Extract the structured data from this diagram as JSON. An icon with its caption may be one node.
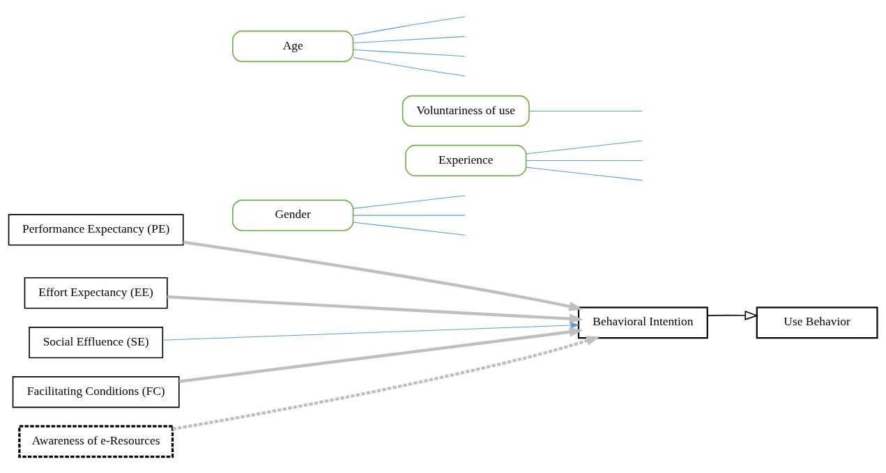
{
  "diagram": {
    "nodes": [
      {
        "text": [
          "Performance Expectancy (PE)"
        ]
      },
      {
        "text": [
          "Effort Expectancy (EE)"
        ]
      },
      {
        "text": [
          "Social Effluence (SE)"
        ]
      },
      {
        "text": [
          "Facilitating Conditions (FC)"
        ]
      },
      {
        "text": [
          "Awareness of e-Resources"
        ]
      },
      {
        "text": [
          "Gender"
        ]
      },
      {
        "text": [
          "Voluntariness of use"
        ]
      },
      {
        "text": [
          "Behavioral Intention"
        ]
      },
      {
        "text": [
          "Use Behavior"
        ]
      },
      {
        "text": [
          "Experience"
        ]
      },
      {
        "text": [
          "Age"
        ]
      }
    ],
    "edges": [
      {
        "from": 0,
        "to": 7,
        "arrow": "to",
        "style": "thick",
        "color": "#bfbfbf"
      },
      {
        "from": 1,
        "to": 7,
        "arrow": "to",
        "style": "thick",
        "color": "#bfbfbf"
      },
      {
        "from": 2,
        "to": 7,
        "arrow": "to"
      },
      {
        "from": 3,
        "to": 7,
        "arrow": "to",
        "style": "thick",
        "color": "#bfbfbf"
      },
      {
        "from": 4,
        "to": 7,
        "arrow": "to",
        "style": "dashed",
        "color": "#bfbfbf"
      },
      {
        "from": 7,
        "to": 8,
        "arrow": "to",
        "color": "#000000"
      },
      {
        "from": 5,
        "to": null,
        "arrow": "none"
      },
      {
        "from": 5,
        "to": null,
        "arrow": "none"
      },
      {
        "from": 5,
        "to": null,
        "arrow": "none"
      },
      {
        "from": 6,
        "to": null,
        "arrow": "none"
      },
      {
        "from": 9,
        "to": null,
        "arrow": "none"
      },
      {
        "from": 9,
        "to": null,
        "arrow": "none"
      },
      {
        "from": 9,
        "to": null,
        "arrow": "none"
      },
      {
        "from": 10,
        "to": null,
        "arrow": "none"
      },
      {
        "from": 10,
        "to": null,
        "arrow": "none"
      },
      {
        "from": 10,
        "to": null,
        "arrow": "none"
      },
      {
        "from": 10,
        "to": null,
        "arrow": "none"
      }
    ]
  }
}
